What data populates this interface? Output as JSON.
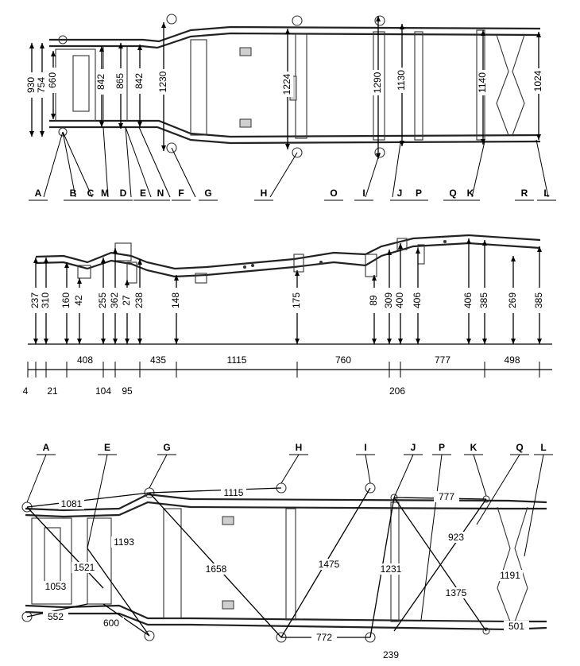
{
  "top_view": {
    "widths": [
      "930",
      "754",
      "660",
      "842",
      "865",
      "842",
      "1230",
      "1224",
      "1290",
      "1130",
      "1140",
      "1024"
    ]
  },
  "side_view": {
    "point_labels": [
      "A",
      "B",
      "C",
      "M",
      "D",
      "E",
      "N",
      "F",
      "G",
      "H",
      "O",
      "I",
      "J",
      "P",
      "Q",
      "K",
      "R",
      "L"
    ],
    "heights": [
      "237",
      "310",
      "160",
      "42",
      "255",
      "362",
      "27",
      "238",
      "148",
      "175",
      "89",
      "309",
      "400",
      "406",
      "406",
      "385",
      "269",
      "385"
    ],
    "spacings_top": [
      "408",
      "435",
      "1115",
      "760",
      "777",
      "498"
    ],
    "spacings_bottom": [
      "4",
      "21",
      "104",
      "95",
      "206"
    ]
  },
  "bottom_view": {
    "point_labels": [
      "A",
      "E",
      "G",
      "H",
      "I",
      "J",
      "P",
      "K",
      "Q",
      "L"
    ],
    "diagonals": [
      "1081",
      "1115",
      "777",
      "1193",
      "1521",
      "1658",
      "1475",
      "1231",
      "923",
      "1053",
      "1375",
      "1191",
      "552",
      "600",
      "772",
      "239",
      "501"
    ]
  }
}
